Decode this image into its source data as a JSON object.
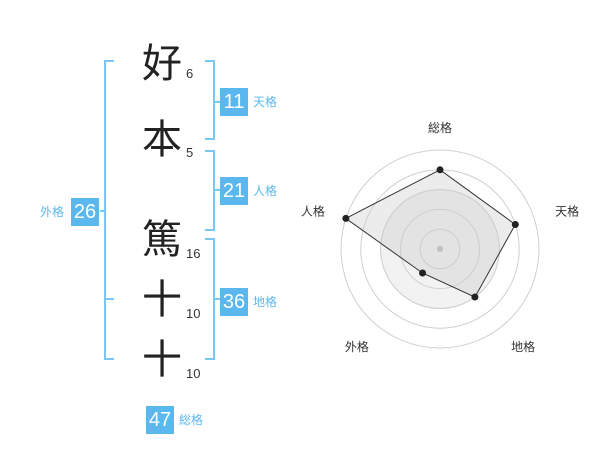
{
  "name": {
    "characters": [
      {
        "char": "好",
        "strokes": "6"
      },
      {
        "char": "本",
        "strokes": "5"
      },
      {
        "char": "篤",
        "strokes": "16"
      },
      {
        "char": "十",
        "strokes": "10"
      },
      {
        "char": "十",
        "strokes": "10"
      }
    ]
  },
  "fortune": {
    "tenkaku": {
      "value": "11",
      "label": "天格"
    },
    "jinkaku": {
      "value": "21",
      "label": "人格"
    },
    "chikaku": {
      "value": "36",
      "label": "地格"
    },
    "gaikaku": {
      "value": "26",
      "label": "外格"
    },
    "soukaku": {
      "value": "47",
      "label": "総格"
    }
  },
  "colors": {
    "accent": "#5bb8ef",
    "bracket": "#7cc6f0",
    "radar_fill": "#eeeeee",
    "radar_line": "#333333"
  },
  "chart_data": {
    "type": "radar",
    "axes": [
      "総格",
      "天格",
      "地格",
      "外格",
      "人格"
    ],
    "levels": 5,
    "values": [
      4,
      4,
      3,
      1.5,
      5
    ],
    "max": 5
  }
}
